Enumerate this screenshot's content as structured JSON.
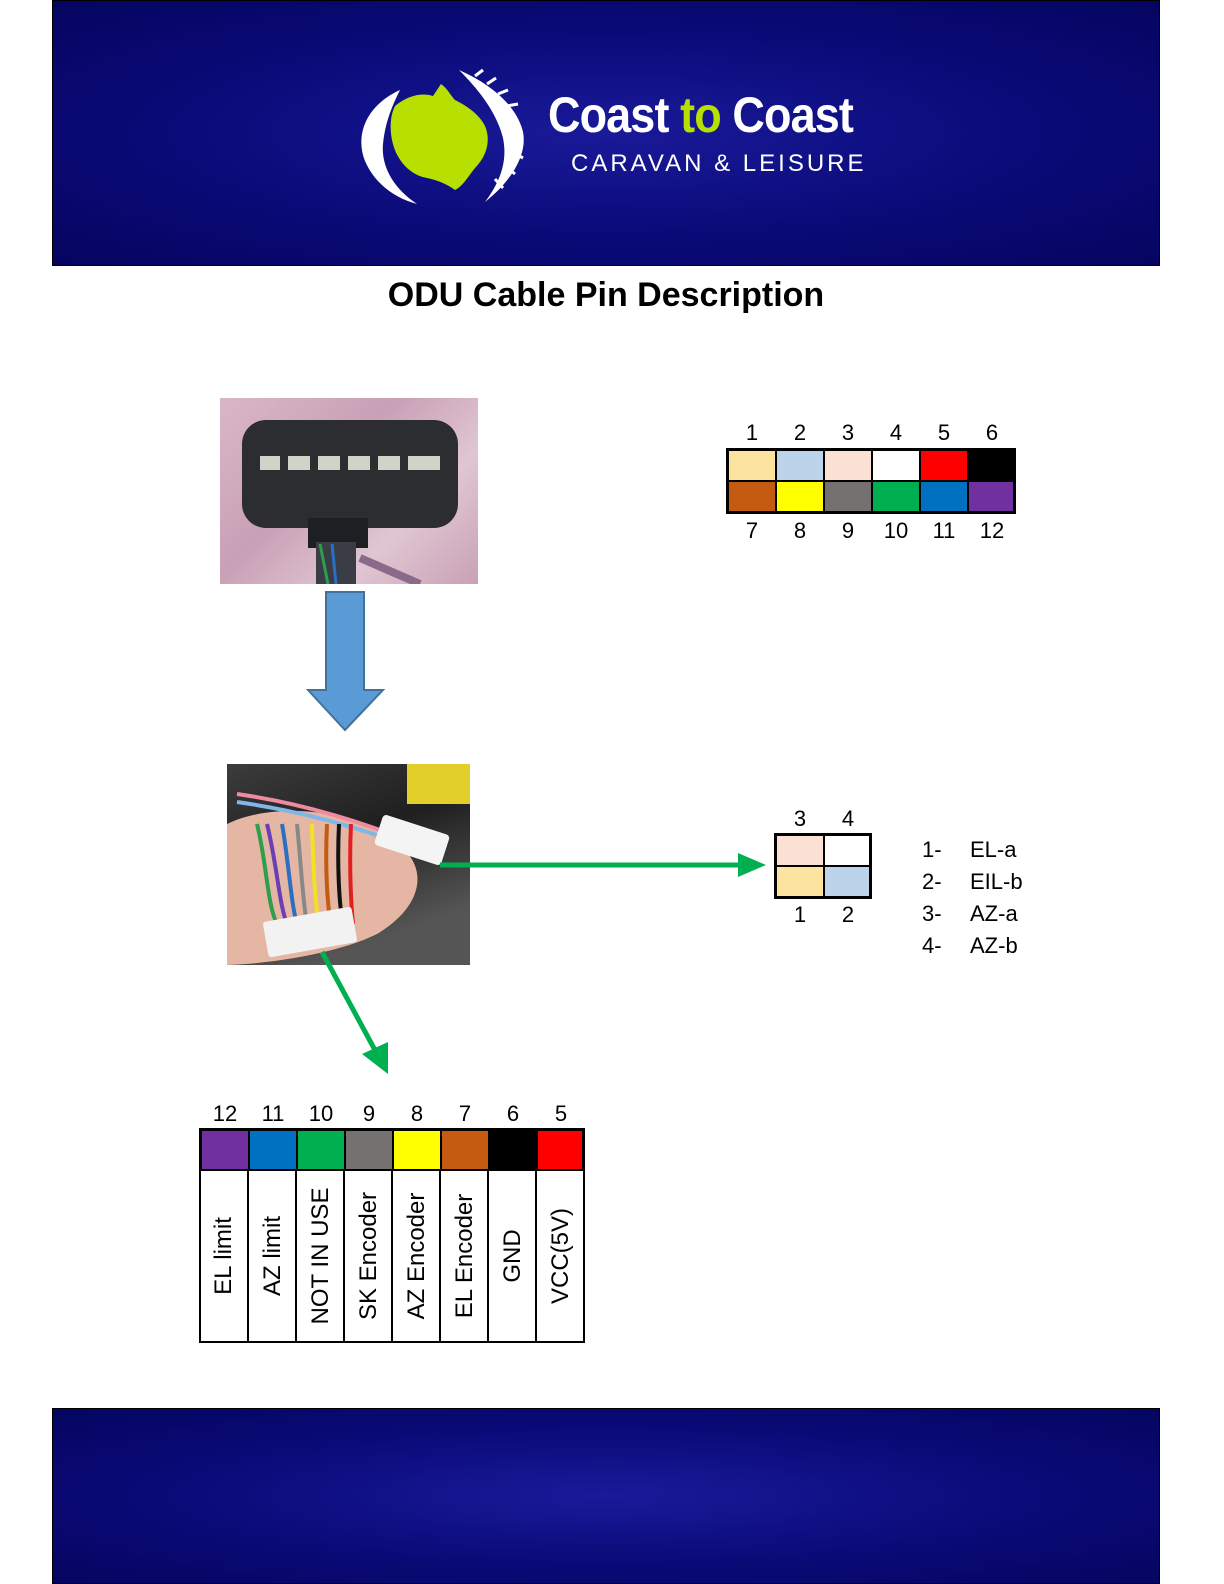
{
  "header": {
    "brand_part1": "Coast ",
    "brand_part2": "to",
    "brand_part3": " Coast",
    "brand_subtitle": "CARAVAN & LEISURE",
    "logo_colors": {
      "green": "#b7e000",
      "white": "#ffffff",
      "band": "#0a0a78"
    }
  },
  "title": "ODU Cable Pin Description",
  "colors": {
    "c1": "#fde3a0",
    "c2": "#bdd3ea",
    "c3": "#fbe0d4",
    "c4": "#ffffff",
    "c5": "#ff0000",
    "c6": "#000000",
    "c7": "#c55a11",
    "c8": "#ffff00",
    "c9": "#767171",
    "c10": "#00b050",
    "c11": "#0070c0",
    "c12": "#7030a0",
    "arrow_blue": "#5b9bd5",
    "arrow_green": "#00b050"
  },
  "connector12": {
    "top_numbers": [
      "1",
      "2",
      "3",
      "4",
      "5",
      "6"
    ],
    "bottom_numbers": [
      "7",
      "8",
      "9",
      "10",
      "11",
      "12"
    ]
  },
  "connector4": {
    "top_numbers": [
      "3",
      "4"
    ],
    "bottom_numbers": [
      "1",
      "2"
    ],
    "legend": [
      {
        "k": "1-",
        "v": "EL-a"
      },
      {
        "k": "2-",
        "v": "EIL-b"
      },
      {
        "k": "3-",
        "v": "AZ-a"
      },
      {
        "k": "4-",
        "v": "AZ-b"
      }
    ]
  },
  "pin_table": {
    "numbers": [
      "12",
      "11",
      "10",
      "9",
      "8",
      "7",
      "6",
      "5"
    ],
    "labels": [
      "EL limit",
      "AZ limit",
      "NOT IN USE",
      "SK Encoder",
      "AZ Encoder",
      "EL Encoder",
      "GND",
      "VCC(5V)"
    ]
  }
}
